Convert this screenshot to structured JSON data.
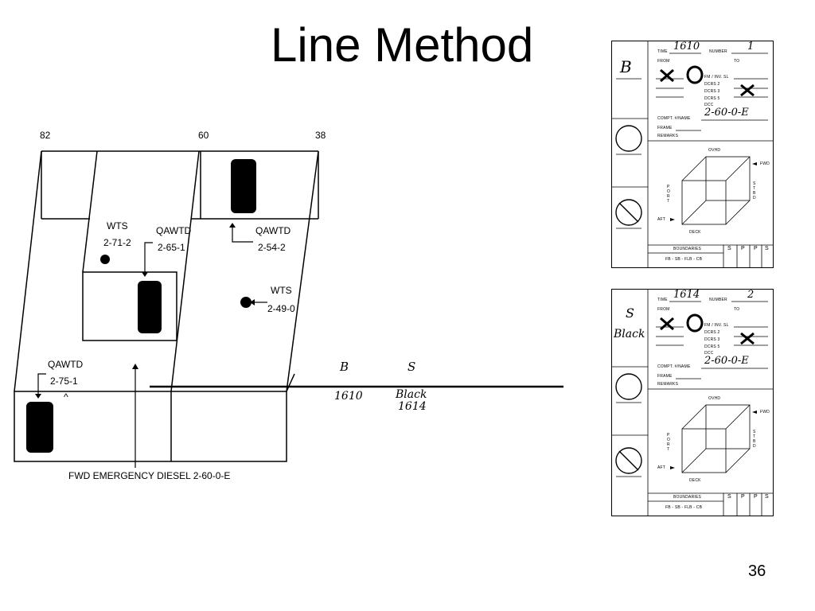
{
  "slide": {
    "title": "Line Method",
    "page_number": "36"
  },
  "diagram": {
    "frames": {
      "left": "82",
      "mid": "60",
      "right": "38"
    },
    "labels": {
      "wts_1": "WTS",
      "wts_1_loc": "2-71-2",
      "qawtd_1": "QAWTD",
      "qawtd_1_loc": "2-65-1",
      "qawtd_2": "QAWTD",
      "qawtd_2_loc": "2-54-2",
      "wts_2": "WTS",
      "wts_2_loc": "2-49-0",
      "qawtd_3": "QAWTD",
      "qawtd_3_loc": "2-75-1",
      "caret": "^",
      "space": "FWD EMERGENCY DIESEL 2-60-0-E"
    },
    "line_labels": {
      "b": "B",
      "s": "S",
      "b_time": "1610",
      "s_status": "Black",
      "s_time": "1614"
    }
  },
  "card_labels": {
    "time": "TIME",
    "number": "NUMBER",
    "from": "FROM",
    "to": "TO",
    "codes": [
      "FM / INV. SL",
      "DCRS 2",
      "DCRS 3",
      "DCRS 5",
      "DCC"
    ],
    "compt": "COMPT. #/NAME",
    "frame": "FRAME",
    "remarks": "REMARKS",
    "ovhd": "OVHD",
    "fwd": "FWD",
    "port": "PORT",
    "stbd": "STBD",
    "aft": "AFT",
    "deck": "DECK",
    "boundaries": "BOUNDARIES",
    "boundary_codes": "FB - SB - FLB - CB",
    "cols": [
      "S",
      "P",
      "P",
      "S"
    ]
  },
  "cards": [
    {
      "time": "1610",
      "number": "1",
      "compt": "2-60-0-E",
      "side_label": "B",
      "side_status": ""
    },
    {
      "time": "1614",
      "number": "2",
      "compt": "2-60-0-E",
      "side_label": "S",
      "side_status": "Black"
    }
  ]
}
